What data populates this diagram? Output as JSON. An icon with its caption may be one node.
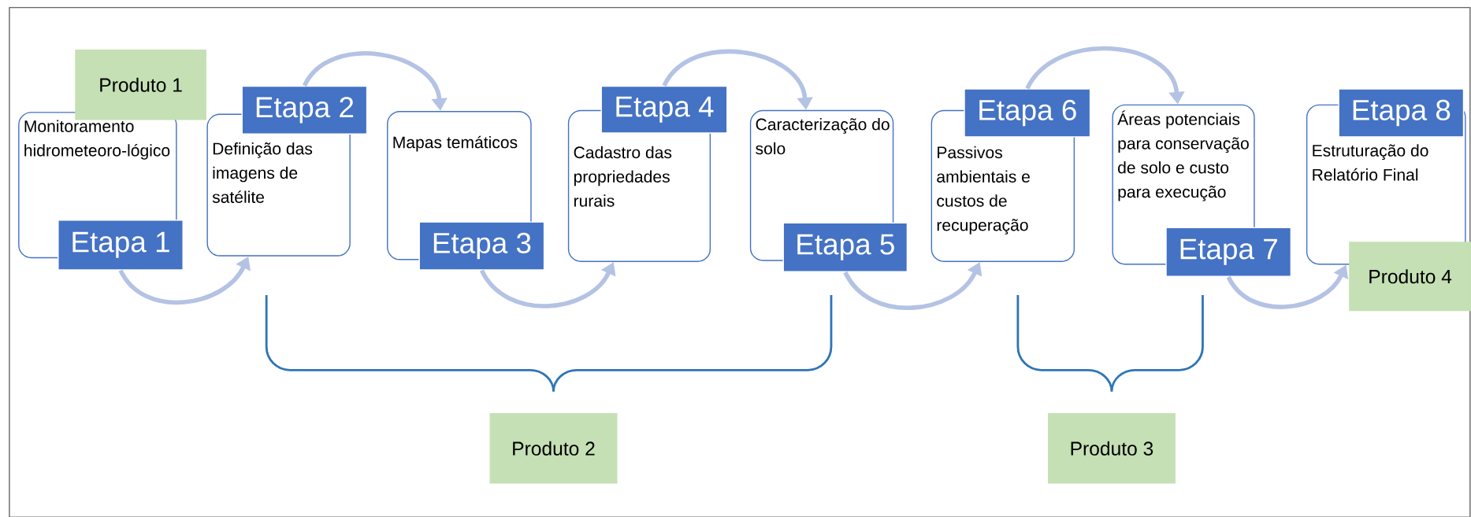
{
  "diagram": {
    "nodes": [
      {
        "text": [
          "Produto 1"
        ]
      },
      {
        "text": [
          "Monitoramento hidrometeoro-lógico"
        ]
      },
      {
        "text": [
          "Etapa 1"
        ]
      },
      {
        "text": [
          "Definição das imagens de satélite"
        ]
      },
      {
        "text": [
          "Etapa 2"
        ]
      },
      {
        "text": [
          "Mapas temáticos"
        ]
      },
      {
        "text": [
          "Etapa 3"
        ]
      },
      {
        "text": [
          "Cadastro das propriedades rurais"
        ]
      },
      {
        "text": [
          "Etapa 4"
        ]
      },
      {
        "text": [
          "Caracterização do solo"
        ]
      },
      {
        "text": [
          "Etapa 5"
        ]
      },
      {
        "text": [
          "Passivos ambientais e custos de recuperação"
        ]
      },
      {
        "text": [
          "Etapa 6"
        ]
      },
      {
        "text": [
          "Áreas potenciais para conservação de solo e custo para execução"
        ]
      },
      {
        "text": [
          "Etapa 7"
        ]
      },
      {
        "text": [
          "Estruturação do Relatório Final"
        ]
      },
      {
        "text": [
          "Etapa 8"
        ]
      },
      {
        "text": [
          "Produto 4"
        ]
      },
      {
        "text": [
          "Produto 2"
        ]
      },
      {
        "text": [
          "Produto 3"
        ]
      }
    ],
    "edges": [
      {
        "from": 2,
        "to": 3,
        "arrow": "to"
      },
      {
        "from": 4,
        "to": 5,
        "arrow": "to"
      },
      {
        "from": 6,
        "to": 7,
        "arrow": "to"
      },
      {
        "from": 8,
        "to": 9,
        "arrow": "to"
      },
      {
        "from": 10,
        "to": 11,
        "arrow": "to"
      },
      {
        "from": 12,
        "to": 13,
        "arrow": "to"
      },
      {
        "from": 14,
        "to": 15,
        "arrow": "to"
      }
    ]
  }
}
